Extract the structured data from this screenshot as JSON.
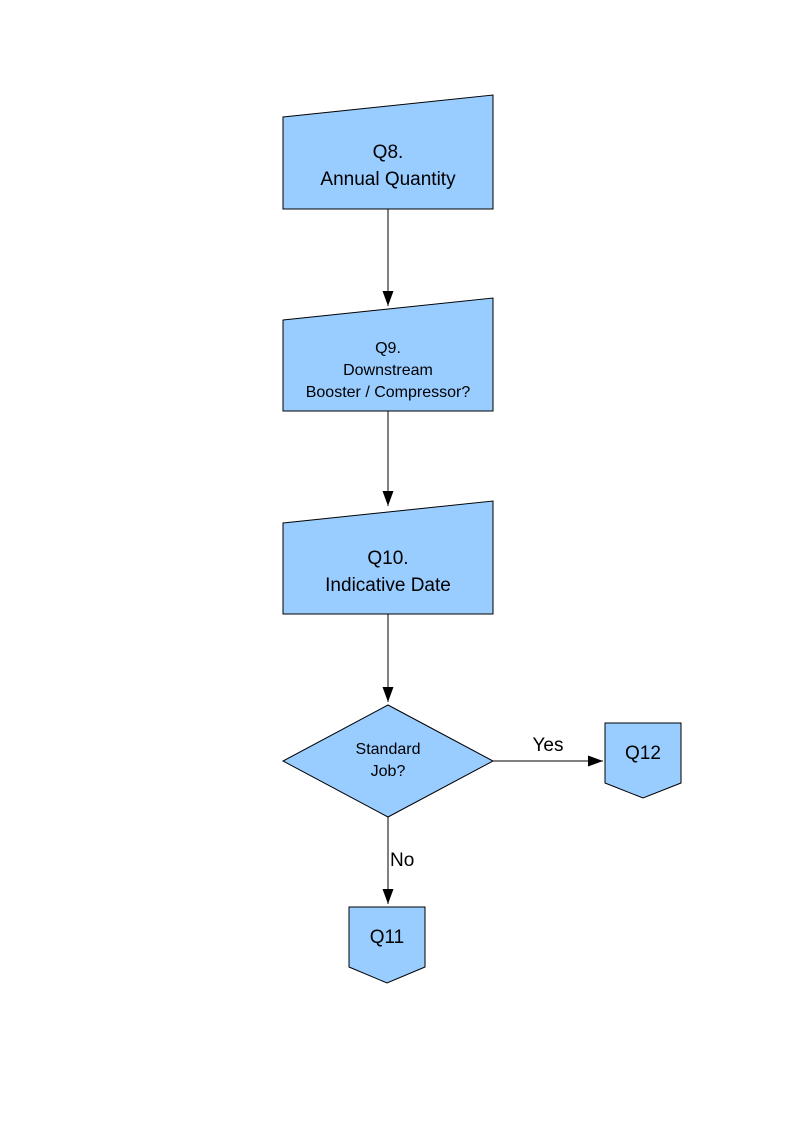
{
  "palette": {
    "background": "#ffffff",
    "node_fill": "#99ccff",
    "node_stroke": "#000000",
    "connector_color": "#000000",
    "text_color": "#000000"
  },
  "nodes": {
    "q8": {
      "shape": "manual-input",
      "label": "Q8.\nAnnual Quantity"
    },
    "q9": {
      "shape": "manual-input",
      "label": "Q9.\nDownstream\nBooster / Compressor?"
    },
    "q10": {
      "shape": "manual-input",
      "label": "Q10.\nIndicative Date"
    },
    "standard_job": {
      "shape": "decision",
      "label": "Standard\nJob?"
    },
    "q12": {
      "shape": "off-page-connector",
      "label": "Q12"
    },
    "q11": {
      "shape": "off-page-connector",
      "label": "Q11"
    }
  },
  "edges": [
    {
      "from": "q8",
      "to": "q9"
    },
    {
      "from": "q9",
      "to": "q10"
    },
    {
      "from": "q10",
      "to": "standard_job"
    },
    {
      "from": "standard_job",
      "to": "q12",
      "label": "Yes"
    },
    {
      "from": "standard_job",
      "to": "q11",
      "label": "No"
    }
  ]
}
